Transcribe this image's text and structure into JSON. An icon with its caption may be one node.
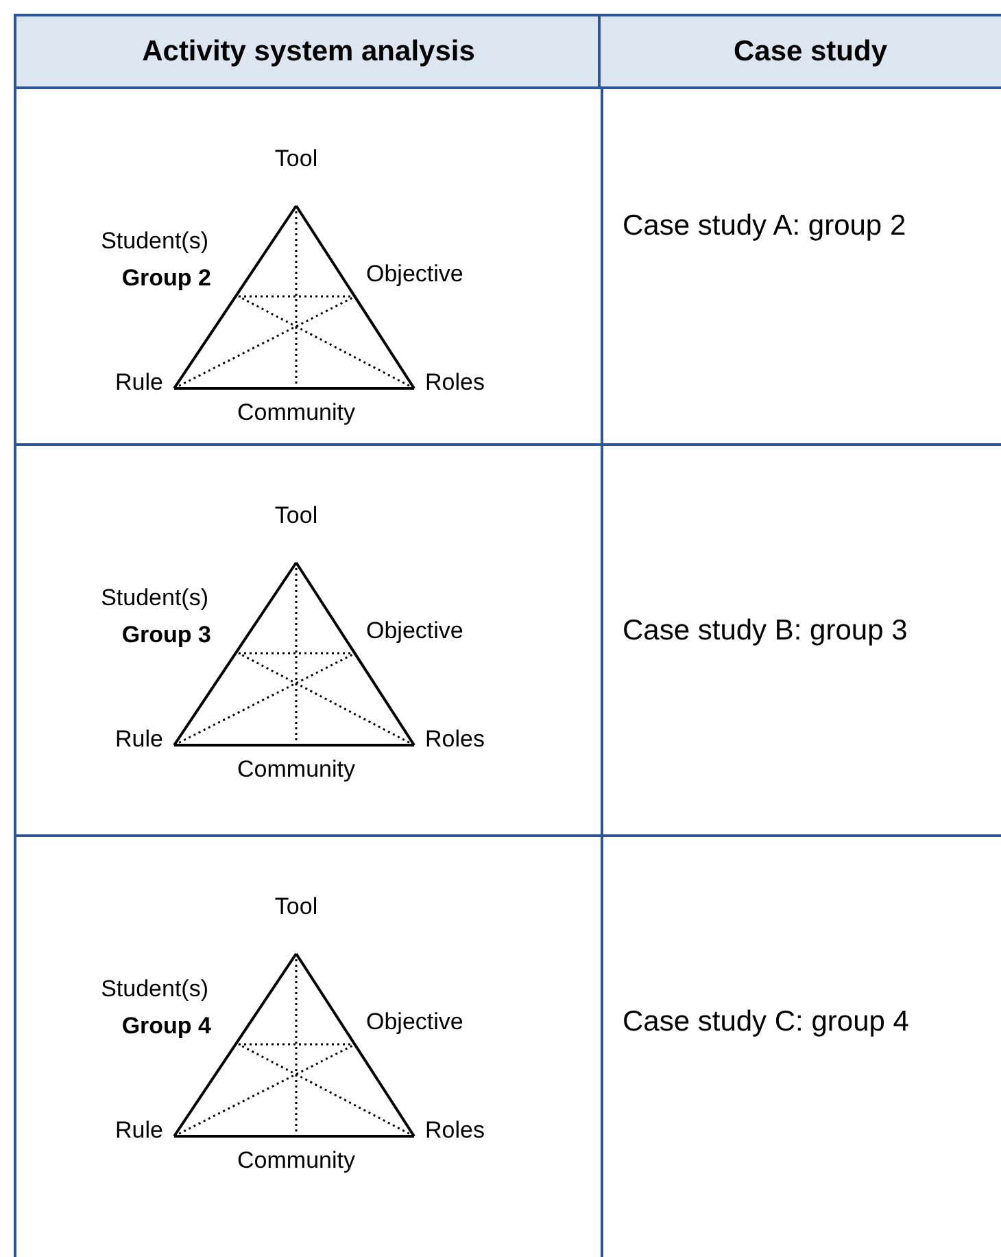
{
  "diagram": {
    "labels": [
      "Activity system analysis",
      "Case study",
      "Tool",
      "Student(s)",
      "Group 2",
      "Objective",
      "Rule",
      "Roles",
      "Community",
      "Case study A: group 2",
      "Tool",
      "Student(s)",
      "Group 3",
      "Objective",
      "Rule",
      "Roles",
      "Community",
      "Case study B: group 3",
      "Tool",
      "Student(s)",
      "Group 4",
      "Objective",
      "Rule",
      "Roles",
      "Community",
      "Case study C: group 4"
    ]
  }
}
